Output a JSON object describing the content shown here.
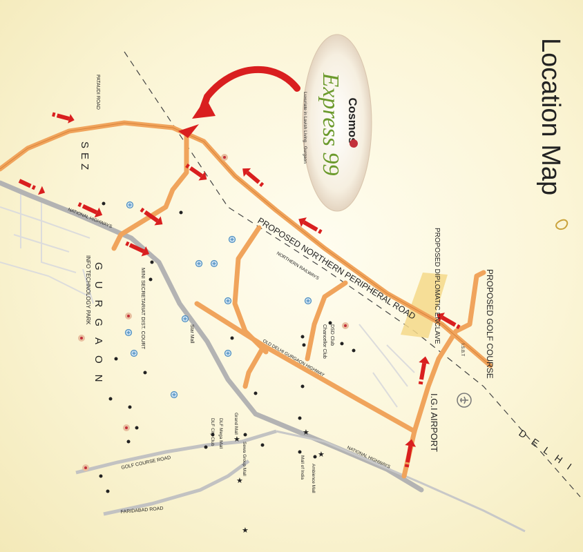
{
  "title": "Location Map",
  "logo": {
    "brand": "Cosmos",
    "product": "Express 99",
    "tagline": "Luxuriate in Lavish Living...Gurgaon"
  },
  "regions": {
    "sez": "SEZ",
    "gurgaon": "GURGAON",
    "delhi": "DELHI"
  },
  "roads": {
    "pataudi": "PATAUDI ROAD",
    "nh_north": "NATIONAL HIGHWAYS",
    "nh_south": "NATIONAL HIGHWAYS",
    "proposed_npr": "PROPOSED NORTHERN PERIPHERAL ROAD",
    "northern_railways": "NORTHERN RAILWAYS",
    "old_delhi_gurgaon": "OLD DELHI GURGAON HIGHWAY",
    "golf_course_road": "GOLF COURSE ROAD",
    "faridabad_road": "FARIDABAD ROAD"
  },
  "places": {
    "diplomatic_enclave": "PROPOSED DIPLOMATIC ENCLAVE",
    "golf_course": "PROPOSED GOLF COURSE",
    "isbt": "I.S.B.T",
    "airport": "I.G.I AIRPORT",
    "info_tech_park": "INFO TECHNOLOGY PARK",
    "mini_secretariat": "MINI SECRETARIAT DIST. COURT",
    "star_mall": "Star Mall",
    "chancellor_club": "Chancellor Club",
    "dsd_club": "DSD Club",
    "grand_mall": "Grand Mall",
    "dlf_mega_mall": "DLF Mega Mall",
    "dlf_city_club": "DLF City Club",
    "sewa_group_mall": "Sewa Group Mall",
    "ambience_mall": "Ambience Mall",
    "mall_of_india": "Mall of India"
  },
  "colors": {
    "road": "#f0a45c",
    "road_edge": "#d9833a",
    "highway": "#b5b5b5",
    "arrow": "#d91f1f",
    "enclave": "#f5d98a"
  }
}
